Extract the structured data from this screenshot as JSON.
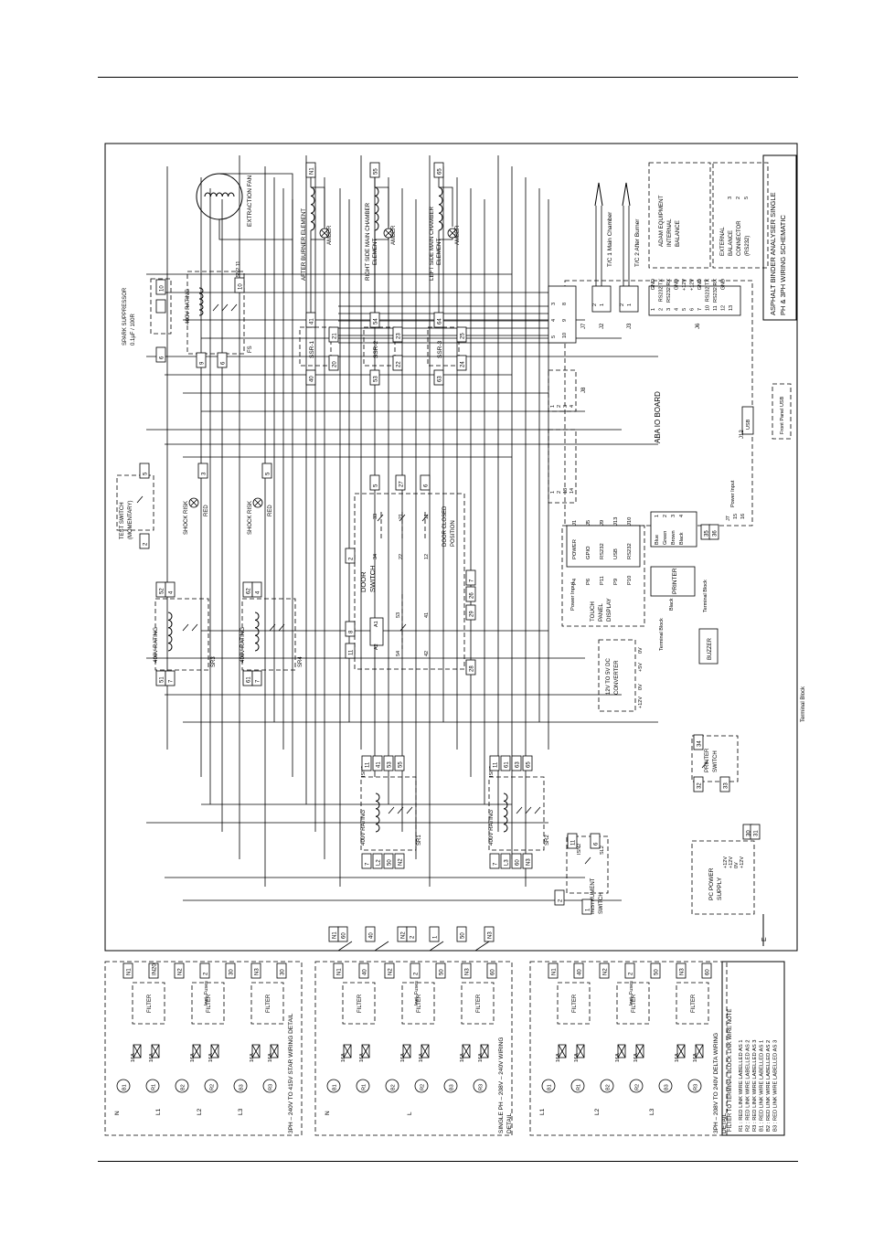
{
  "title_block": [
    "ASPHALT BINDER ANALYSER SINGLE",
    "PH & 3PH WIRING SCHEMATIC"
  ],
  "heaters": [
    {
      "label": "AFTER BURNER ELEMENT",
      "lamp": "AMBER",
      "ssr": "SSR-1",
      "top_wire": "N1",
      "ssr_in": "41",
      "ssr_out": "40",
      "ctrl_a": "21",
      "ctrl_b": "20"
    },
    {
      "label": "RIGHT SIDE MAIN CHAMBER ELEMENT",
      "lamp": "AMBER",
      "ssr": "SSR-2",
      "top_wire": "55",
      "ssr_in": "54",
      "ssr_out": "53",
      "ctrl_a": "23",
      "ctrl_b": "22"
    },
    {
      "label": "LEFT SIDE MAIN CHAMBER ELEMENT",
      "lamp": "AMBER",
      "ssr": "SSR-3",
      "top_wire": "65",
      "ssr_in": "64",
      "ssr_out": "63",
      "ctrl_a": "25",
      "ctrl_b": "24"
    }
  ],
  "fan": {
    "label": "EXTRACTION FAN",
    "relay": "FS",
    "rating": "400V RATING",
    "wires": [
      "10",
      "9",
      "6"
    ],
    "isn": "ISN2",
    "isn_wire": "11"
  },
  "spark": {
    "label": "SPARK SUPPRESSOR",
    "value": "0.1µF / 100R",
    "wires": [
      "10",
      "6"
    ]
  },
  "thermocouples": [
    "T/C 1 Main Chamber",
    "T/C 2 After Burner"
  ],
  "connectors": {
    "j2": "J2",
    "j3": "J3",
    "j6": "J6",
    "j7": "J7",
    "j8": "J8",
    "j11": "J11",
    "j12": "J12",
    "j2_pins": [
      "2",
      "1"
    ],
    "j3_pins": [
      "2",
      "1"
    ],
    "j7_pins": [
      "5",
      "10",
      "4",
      "9",
      "3",
      "8"
    ],
    "j8_pins": [
      "1",
      "2",
      "3",
      "4"
    ],
    "j7b_pins": [
      "1",
      "2",
      "13",
      "14"
    ],
    "j7c_pins": [
      "15",
      "16"
    ],
    "power_input": "Power Input",
    "usb": "USB",
    "front_panel_usb": "Front Panel USB"
  },
  "io_board": {
    "label": "ABA IO BOARD"
  },
  "serial": {
    "pins": [
      "1",
      "2",
      "3",
      "4",
      "5",
      "6",
      "7",
      "10",
      "11",
      "12",
      "13"
    ],
    "signals": [
      "GND",
      "RS232 TX",
      "RS232 RX",
      "GND",
      "+12V",
      "+12V",
      "GND",
      "RS232 TX",
      "RS232 RX",
      "GND"
    ],
    "internal_balance": [
      "ADAM EQUIPMENT",
      "INTERNAL",
      "BALANCE"
    ],
    "external_balance": [
      "EXTERNAL",
      "BALANCE",
      "CONNECTOR",
      "(RS232)"
    ],
    "ext_pins": [
      "3",
      "2",
      "5"
    ]
  },
  "touch_panel": {
    "label": [
      "TOUCH",
      "PANEL",
      "DISPLAY"
    ],
    "ports": [
      "POWER",
      "GPIO",
      "RS232",
      "USB",
      "RS232"
    ],
    "plugs": [
      "P4",
      "P6",
      "P11",
      "P9",
      "P10"
    ],
    "jacks": [
      "J1",
      "J5",
      "J9",
      "J13",
      "J10"
    ],
    "power_input": "Power Input"
  },
  "printer": {
    "label": "PRINTER",
    "wires": [
      "Blue",
      "Green",
      "Brown",
      "Black"
    ],
    "pins": [
      "1",
      "2",
      "3",
      "4"
    ],
    "block": "Black",
    "terminal": [
      "Terminal",
      "Block"
    ]
  },
  "buzzer": {
    "label": "BUZZER",
    "wires": [
      "35",
      "36"
    ]
  },
  "converter": {
    "label": [
      "12V TO 5V DC",
      "CONVERTER"
    ],
    "terminals": [
      "+12V",
      "0V",
      "+5V",
      "0V"
    ],
    "terminal_block": [
      "Terminal",
      "Block"
    ]
  },
  "psu": {
    "label": [
      "PC POWER",
      "SUPPLY"
    ],
    "terminals": [
      "+12V",
      "+12V",
      "0V",
      "+12V"
    ],
    "wires": [
      "30",
      "31"
    ]
  },
  "printer_switch": {
    "label": [
      "PRINTER",
      "SWITCH"
    ],
    "wires": [
      "34",
      "32",
      "33"
    ]
  },
  "terminal_block": "Terminal Block",
  "door": {
    "label": [
      "DOOR",
      "SWITCH"
    ],
    "closed": [
      "DOOR CLOSED",
      "POSITION"
    ],
    "contacts": [
      "33",
      "34",
      "11",
      "12",
      "21",
      "22",
      "53",
      "54",
      "41",
      "42"
    ],
    "coil": [
      "A1",
      "A2"
    ],
    "wires": [
      "27",
      "5",
      "6",
      "2",
      "7",
      "26",
      "29",
      "8",
      "11",
      "28"
    ]
  },
  "test_switch": {
    "label": [
      "TEST SWITCH",
      "(MOMENTARY)"
    ],
    "wires": [
      "5",
      "2"
    ]
  },
  "shock": [
    {
      "label": "SHOCK RISK",
      "lamp": "RED",
      "wire": "3"
    },
    {
      "label": "SHOCK RISK",
      "lamp": "RED",
      "wire": "5"
    }
  ],
  "relays_upper": [
    {
      "name": "SR3",
      "rating": "400V RATING",
      "wires": [
        "52",
        "4",
        "51",
        "7"
      ]
    },
    {
      "name": "SR4",
      "rating": "400V RATING",
      "wires": [
        "62",
        "4",
        "61",
        "7"
      ]
    }
  ],
  "relays_lower": [
    {
      "name": "SR1",
      "rating": "400V RATING",
      "isn": "ISN2",
      "top": [
        "11",
        "41",
        "53",
        "55"
      ],
      "bottom": [
        "7",
        "L2",
        "50",
        "N2"
      ]
    },
    {
      "name": "SR2",
      "rating": "400V RATING",
      "isn": "ISN2",
      "top": [
        "11",
        "61",
        "63",
        "65"
      ],
      "bottom": [
        "7",
        "L3",
        "60",
        "N3"
      ]
    }
  ],
  "instrument_switch": {
    "label": [
      "INSTRUMENT",
      "SWITCH"
    ],
    "isn": "ISN2",
    "wires": [
      "11",
      "6",
      "2",
      "1"
    ],
    "relay": "SL2"
  },
  "bus_labels": [
    "N1",
    "40",
    "N2",
    "2",
    "1",
    "50",
    "N3",
    "60"
  ],
  "earth": "E",
  "wiring_details": [
    {
      "caption": [
        "3PH – 240V TO 415V STAR WIRING DETAIL"
      ],
      "lines": [
        "N",
        "L1",
        "L2",
        "L3"
      ],
      "b": [
        "B1",
        "R1",
        "B2",
        "R2",
        "B3",
        "R3"
      ],
      "outs": [
        "N1",
        "IN20",
        "N2",
        "2",
        "30",
        "N3",
        "30"
      ]
    },
    {
      "caption": [
        "SINGLE PH – 208V – 240V WIRING",
        "DETAIL"
      ],
      "lines": [
        "N",
        "L"
      ],
      "b": [
        "B1",
        "R1",
        "B2",
        "R2",
        "B3",
        "R3"
      ],
      "outs": [
        "N1",
        "40",
        "N2",
        "2",
        "50",
        "N3",
        "60"
      ]
    },
    {
      "caption": [
        "3PH – 208V TO 240V DELTA WIRING",
        "DETAIL"
      ],
      "lines": [
        "L1",
        "L2",
        "L3"
      ],
      "b": [
        "B1",
        "R1",
        "B2",
        "R2",
        "B3",
        "R3"
      ],
      "outs": [
        "N1",
        "40",
        "N2",
        "2",
        "50",
        "N3",
        "60"
      ]
    }
  ],
  "fuse": "16A",
  "filter": "FILTER",
  "inst_fuses": "Inst. Fuses",
  "note": {
    "title": "FILTER TO TERMINAL BLOCK LINK WIRE NOTE",
    "lines": [
      "R1 : RED LINK WIRE LABELLED AS 1",
      "R2 : RED LINK WIRE LABELLED AS 2",
      "R3 : RED LINK WIRE LABELLED AS 3",
      "B1 : RED LINK WIRE LABELLED AS 1",
      "B2 : RED LINK WIRE LABELLED AS 2",
      "B3 : RED LINK WIRE LABELLED AS 3"
    ]
  }
}
